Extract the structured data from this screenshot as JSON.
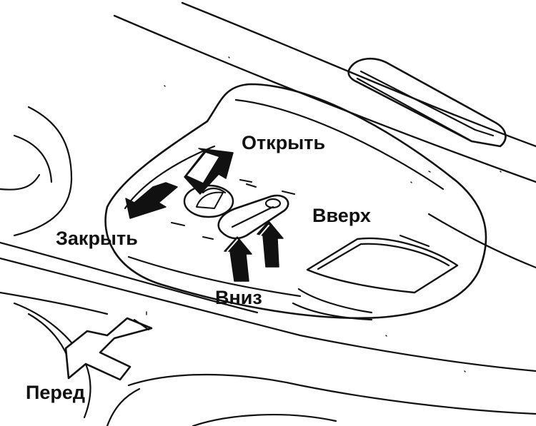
{
  "labels": {
    "open": "Открыть",
    "up": "Вверх",
    "close": "Закрыть",
    "down": "Вниз",
    "front": "Перед"
  },
  "colors": {
    "ink": "#111111",
    "background": "#ffffff"
  }
}
